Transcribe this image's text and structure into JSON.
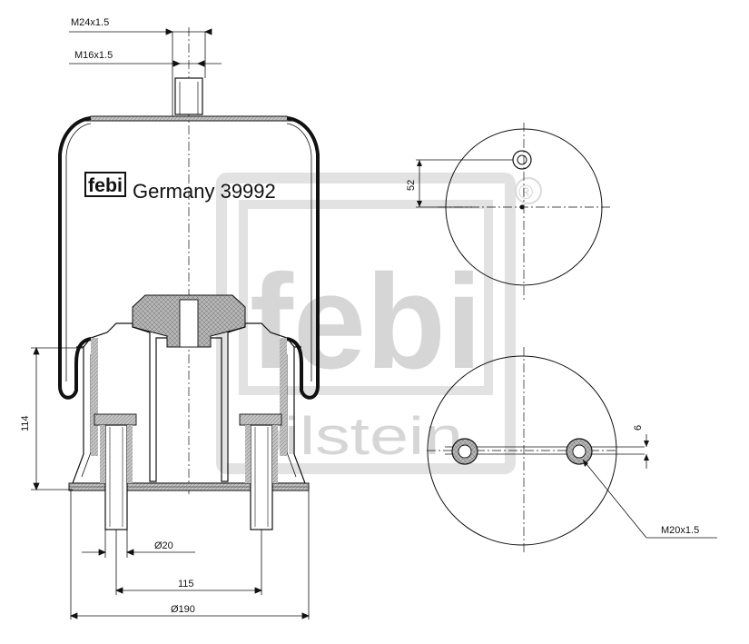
{
  "dimensions": {
    "top_outer_thread": "M24x1.5",
    "top_inner_thread": "M16x1.5",
    "height": "114",
    "bolt_diameter": "Ø20",
    "bolt_spacing": "115",
    "base_diameter": "Ø190",
    "top_offset": "52",
    "bottom_offset": "6",
    "bottom_thread": "M20x1.5"
  },
  "branding": {
    "logo_text": "febi",
    "label": "Germany 39992",
    "watermark_logo": "febi",
    "watermark_text": "bilstein",
    "registered_mark": "®"
  },
  "colors": {
    "line": "#111111",
    "hatch_fill": "#bfbfbf",
    "watermark": "#d6d6d6"
  }
}
